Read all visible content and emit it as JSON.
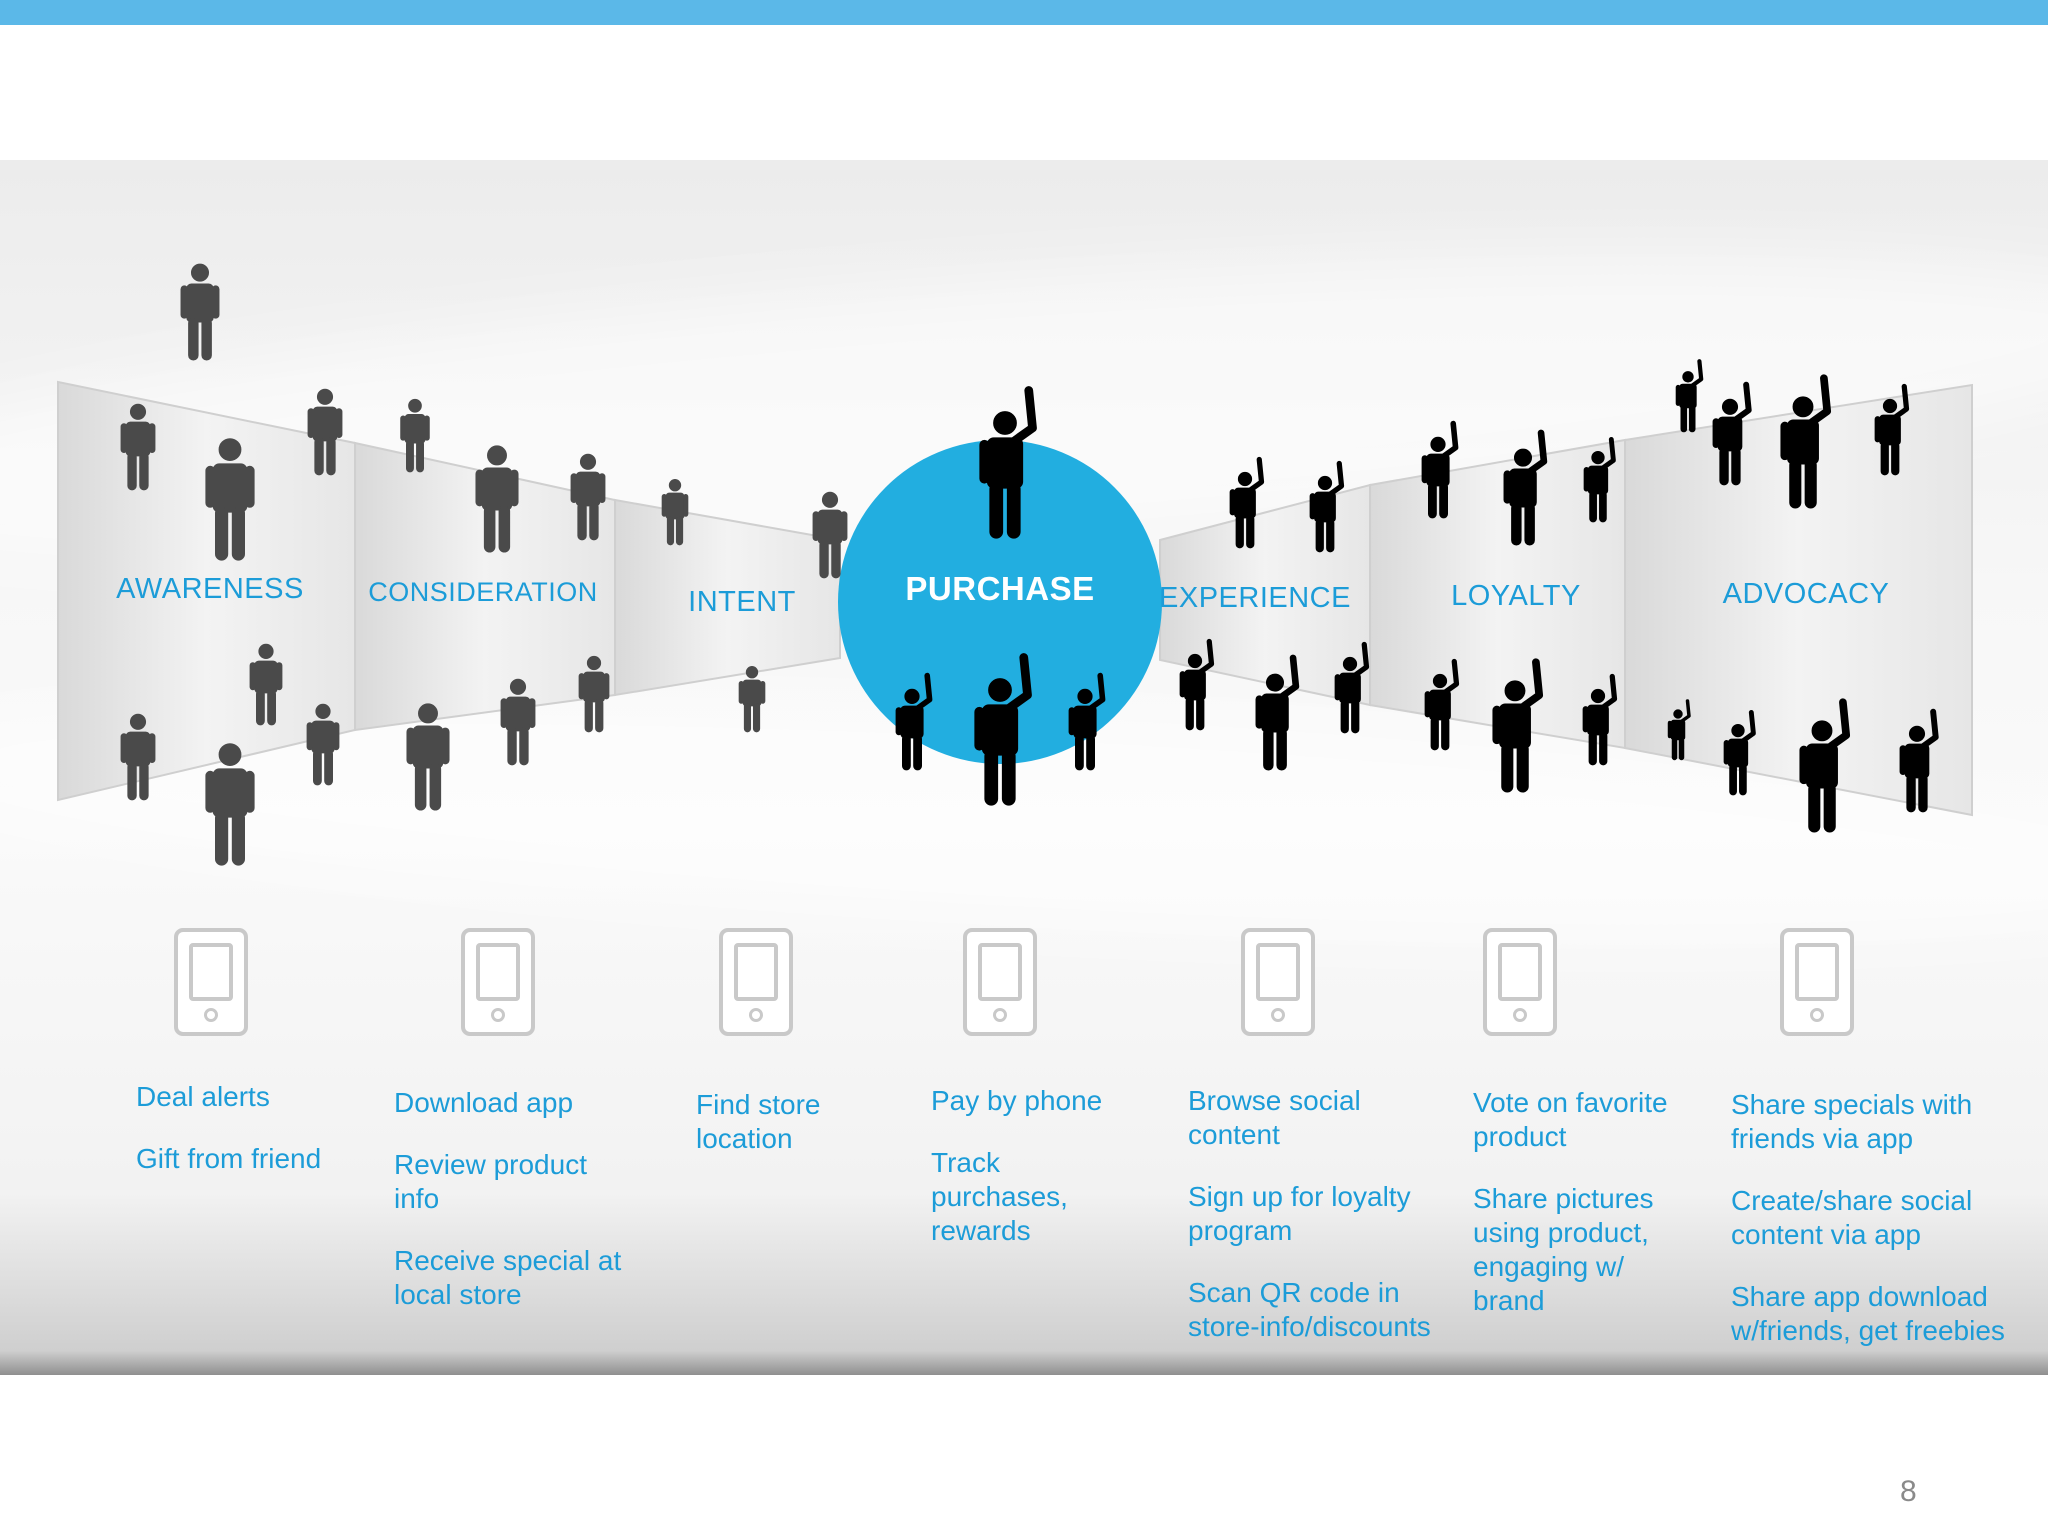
{
  "colors": {
    "accent": "#1c9cd8",
    "circle": "#22aee0",
    "grey_figure": "#4a4a4a",
    "black_figure": "#000000",
    "top_bar": "#5bb8e8"
  },
  "stages": [
    {
      "id": "awareness",
      "label": "AWARENESS"
    },
    {
      "id": "consideration",
      "label": "CONSIDERATION"
    },
    {
      "id": "intent",
      "label": "INTENT"
    },
    {
      "id": "purchase",
      "label": "PURCHASE"
    },
    {
      "id": "experience",
      "label": "EXPERIENCE"
    },
    {
      "id": "loyalty",
      "label": "LOYALTY"
    },
    {
      "id": "advocacy",
      "label": "ADVOCACY"
    }
  ],
  "actions": [
    [
      "Deal alerts",
      "Gift from friend"
    ],
    [
      "Download app",
      "Review product\ninfo",
      "Receive special at\nlocal store"
    ],
    [
      "Find store\nlocation"
    ],
    [
      "Pay by phone",
      "Track\npurchases,\nrewards"
    ],
    [
      "Browse social\ncontent",
      "Sign up for loyalty\nprogram",
      "Scan QR code in\nstore-info/discounts"
    ],
    [
      "Vote on favorite\nproduct",
      "Share pictures\nusing product,\nengaging w/\nbrand"
    ],
    [
      "Share specials with\nfriends via app",
      "Create/share social\ncontent via app",
      "Share app download\nw/friends, get freebies"
    ]
  ],
  "icons": {
    "stage_device": "smartphone-icon",
    "person": "person-icon",
    "person_raised": "person-waving-icon"
  },
  "page_number": "8"
}
